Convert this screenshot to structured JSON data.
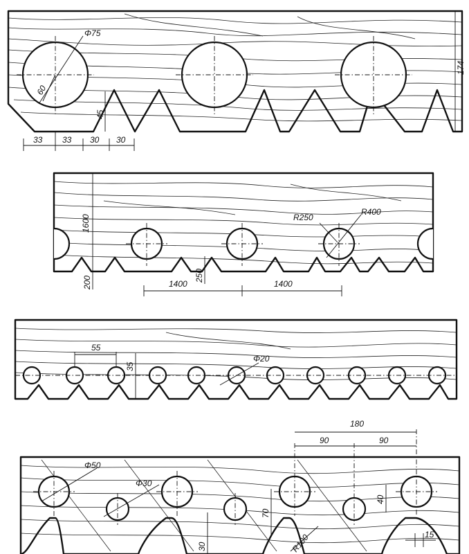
{
  "figures": [
    {
      "id": "fig1",
      "labels": {
        "dia": "Φ75",
        "radius": "60",
        "height": "174",
        "tooth": "45",
        "s1": "33",
        "s2": "33",
        "s3": "30",
        "s4": "30"
      }
    },
    {
      "id": "fig2",
      "labels": {
        "height": "1600",
        "r1": "R250",
        "r2": "R400",
        "base": "200",
        "notch": "250",
        "span1": "1400",
        "span2": "1400"
      }
    },
    {
      "id": "fig3",
      "labels": {
        "pitch": "55",
        "depth": "35",
        "dia": "Φ20"
      }
    },
    {
      "id": "fig4",
      "labels": {
        "big": "Φ50",
        "small": "Φ30",
        "total": "180",
        "half1": "90",
        "half2": "90",
        "h40": "40",
        "h70": "70",
        "h30": "30",
        "r100": "R100",
        "w15": "15"
      }
    }
  ]
}
